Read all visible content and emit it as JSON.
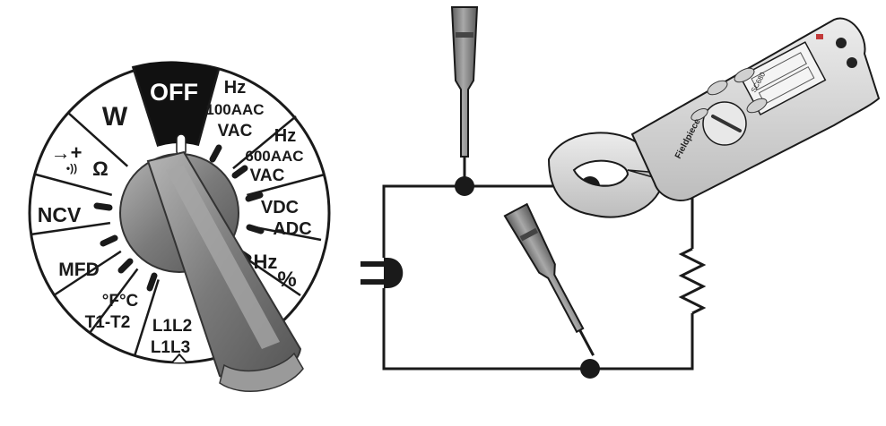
{
  "dial": {
    "off": "OFF",
    "w": "W",
    "diode_symbol": "→+",
    "continuity_symbol": "•))",
    "ohm": "Ω",
    "ncv": "NCV",
    "mfd": "MFD",
    "temp_top": "°F°C",
    "temp_bottom": "T1-T2",
    "phase_top": "L1L2",
    "phase_bottom": "L1L3",
    "hz_pct_hz": "Hz",
    "hz_pct_pct": "%",
    "vdc": "VDC",
    "adc": "ADC",
    "hz600": "Hz",
    "a600": "600AAC",
    "vac600": "VAC",
    "hz100": "Hz",
    "a100": "100AAC",
    "vac100": "VAC"
  },
  "meter": {
    "brand": "Fieldpiece",
    "model": "SC680"
  },
  "colors": {
    "ink": "#1a1a1a",
    "knob": "#7d7d7d",
    "probe": "#8a8a8a",
    "meter_body": "#d6d6d6"
  }
}
